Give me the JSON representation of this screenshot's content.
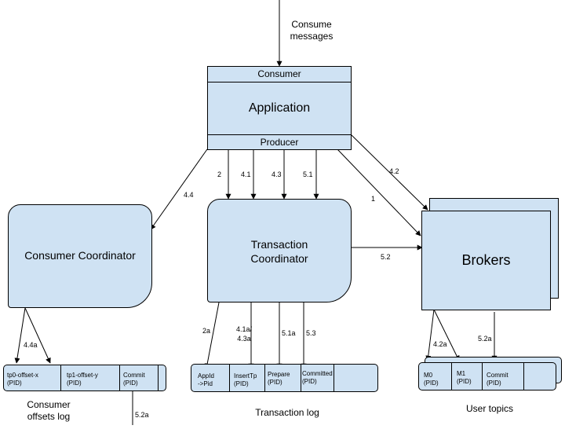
{
  "diagram": {
    "top_label": "Consume\nmessages",
    "app": {
      "consumer": "Consumer",
      "application": "Application",
      "producer": "Producer"
    },
    "consumer_coordinator": "Consumer Coordinator",
    "transaction_coordinator": "Transaction\nCoordinator",
    "brokers": "Brokers",
    "edge_labels": {
      "e2": "2",
      "e41": "4.1",
      "e43": "4.3",
      "e51": "5.1",
      "e42": "4.2",
      "e1": "1",
      "e44": "4.4",
      "e52": "5.2",
      "e44a": "4.4a",
      "e2a": "2a",
      "e41a": "4.1a/\n4.3a",
      "e51a": "5.1a",
      "e53": "5.3",
      "e42a": "4.2a",
      "e52a_top": "5.2a",
      "e52a_bottom": "5.2a"
    },
    "consumer_offsets_log": {
      "cells": [
        {
          "name": "tp0-offset-x",
          "pid": "(PID)"
        },
        {
          "name": "tp1-offset-y",
          "pid": "(PID)"
        },
        {
          "name": "Commit",
          "pid": "(PID)"
        }
      ],
      "caption": "Consumer\noffsets log"
    },
    "transaction_log": {
      "cells": [
        {
          "name": "AppId",
          "pid": "->Pid"
        },
        {
          "name": "InsertTp",
          "pid": "(PID)"
        },
        {
          "name": "Prepare",
          "pid": "(PID)"
        },
        {
          "name": "Committed",
          "pid": "(PID)"
        }
      ],
      "caption": "Transaction log"
    },
    "user_topics": {
      "cells": [
        {
          "name": "M0",
          "pid": "(PID)"
        },
        {
          "name": "M1",
          "pid": "(PID)"
        },
        {
          "name": "Commit",
          "pid": "(PID)"
        }
      ],
      "caption": "User topics"
    }
  }
}
